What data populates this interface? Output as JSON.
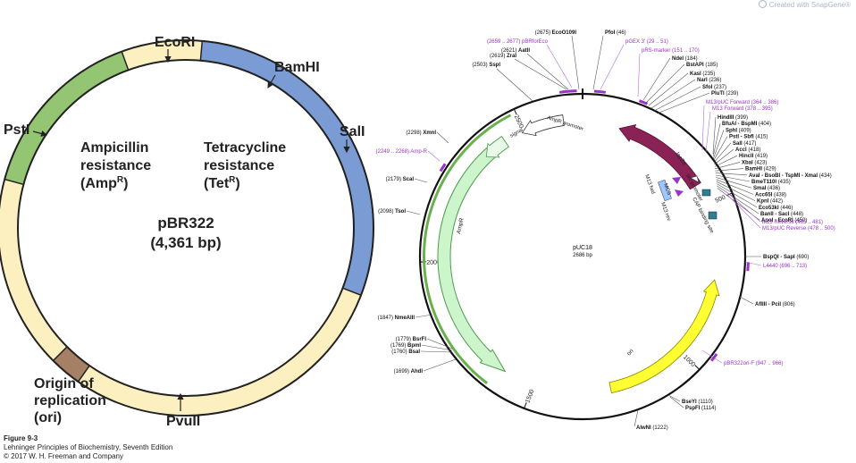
{
  "watermark": "Created with SnapGene®",
  "caption": {
    "figure": "Figure 9-3",
    "book": "Lehninger Principles of Biochemistry",
    "edition": ", Seventh Edition",
    "copyright": "© 2017 W. H. Freeman and Company"
  },
  "pbr322": {
    "name": "pBR322",
    "size": "(4,361 bp)",
    "amp_label": [
      "Ampicillin",
      "resistance",
      "(Amp",
      "R",
      ")"
    ],
    "tet_label": [
      "Tetracycline",
      "resistance",
      "(Tet",
      "R",
      ")"
    ],
    "ori_label": [
      "Origin of",
      "replication",
      "(ori)"
    ],
    "sites": [
      "EcoRI",
      "BamHI",
      "SalI",
      "PstI",
      "PvuII"
    ],
    "colors": {
      "amp": "#93c572",
      "tet": "#7b9bd4",
      "ori": "#a68064",
      "backbone": "#fdf0c0",
      "outline": "#222222"
    }
  },
  "puc18": {
    "name": "pUC18",
    "size": "2686 bp",
    "ticks": [
      "500",
      "1000",
      "1500",
      "2000",
      "2500"
    ],
    "features": {
      "ampr": "AmpR",
      "ampr_promoter": "AmpR promoter",
      "signal": "signal",
      "lacza": "lacZα",
      "ori": "ori",
      "lac_promoter": "lac promoter",
      "cap_site": "CAP binding site",
      "mcs": "MCS",
      "m13_fwd": "M13 fwd",
      "m13_rev": "M13 rev"
    },
    "sites_top": [
      {
        "name": "EcoO109I",
        "pos": "(2675)"
      },
      {
        "name": "AatII",
        "pos": "(2621)"
      },
      {
        "name": "ZraI",
        "pos": "(2619)"
      },
      {
        "name": "SspI",
        "pos": "(2503)"
      },
      {
        "name": "PfoI",
        "pos": "(46)"
      }
    ],
    "primers_top": [
      {
        "name": "pBRforEco",
        "pos": "(2659 .. 2677)"
      },
      {
        "name": "pGEX 3'",
        "pos": "(29 .. 51)"
      },
      {
        "name": "pRS-marker",
        "pos": "(151 .. 170)"
      }
    ],
    "sites_right": [
      {
        "name": "NdeI",
        "pos": "(184)"
      },
      {
        "name": "BstAPI",
        "pos": "(185)"
      },
      {
        "name": "KasI",
        "pos": "(235)"
      },
      {
        "name": "NarI",
        "pos": "(236)"
      },
      {
        "name": "SfoI",
        "pos": "(237)"
      },
      {
        "name": "PluTI",
        "pos": "(239)"
      }
    ],
    "primers_right": [
      {
        "name": "M13/pUC Forward",
        "pos": "(364 .. 386)"
      },
      {
        "name": "M13 Forward",
        "pos": "(378 .. 395)"
      }
    ],
    "mcs_sites": [
      {
        "name": "HindIII",
        "pos": "(399)"
      },
      {
        "name": "BfuAI - BspMI",
        "pos": "(404)"
      },
      {
        "name": "SphI",
        "pos": "(409)"
      },
      {
        "name": "PstI - SbfI",
        "pos": "(415)"
      },
      {
        "name": "SalI",
        "pos": "(417)"
      },
      {
        "name": "AccI",
        "pos": "(418)"
      },
      {
        "name": "HincII",
        "pos": "(419)"
      },
      {
        "name": "XbaI",
        "pos": "(423)"
      },
      {
        "name": "BamHI",
        "pos": "(429)"
      },
      {
        "name": "AvaI - BsoBI - TspMI - XmaI",
        "pos": "(434)"
      },
      {
        "name": "BmeT110I",
        "pos": "(435)"
      },
      {
        "name": "SmaI",
        "pos": "(436)"
      },
      {
        "name": "Acc65I",
        "pos": "(438)"
      },
      {
        "name": "KpnI",
        "pos": "(442)"
      },
      {
        "name": "Eco53kI",
        "pos": "(446)"
      },
      {
        "name": "BanII - SacI",
        "pos": "(448)"
      },
      {
        "name": "ApoI - EcoRI",
        "pos": "(450)"
      }
    ],
    "primers_mid": [
      {
        "name": "M13 Reverse",
        "pos": "(465 .. 481)"
      },
      {
        "name": "M13/pUC Reverse",
        "pos": "(478 .. 500)"
      }
    ],
    "sites_lower_right": [
      {
        "name": "BspQI - SapI",
        "pos": "(690)"
      },
      {
        "name": "AflIII - PciI",
        "pos": "(806)"
      },
      {
        "name": "BseYI",
        "pos": "(1110)"
      },
      {
        "name": "PspFI",
        "pos": "(1114)"
      },
      {
        "name": "AlwNI",
        "pos": "(1222)"
      }
    ],
    "primers_lower_right": [
      {
        "name": "L4440",
        "pos": "(696 .. 713)"
      },
      {
        "name": "pBR322ori-F",
        "pos": "(947 .. 966)"
      }
    ],
    "sites_left": [
      {
        "name": "XmnI",
        "pos": "(2298)"
      },
      {
        "name": "ScaI",
        "pos": "(2179)"
      },
      {
        "name": "TsoI",
        "pos": "(2098)"
      },
      {
        "name": "NmeAIII",
        "pos": "(1847)"
      },
      {
        "name": "BsrFI",
        "pos": "(1779)"
      },
      {
        "name": "BpmI",
        "pos": "(1769)"
      },
      {
        "name": "BsaI",
        "pos": "(1760)"
      },
      {
        "name": "AhdI",
        "pos": "(1699)"
      }
    ],
    "primers_left": [
      {
        "name": "Amp-R",
        "pos": "(2249 .. 2268)"
      }
    ],
    "colors": {
      "ampr": "#ccf5cc",
      "ampr_edge": "#4f9a4f",
      "lacza": "#8a2255",
      "ori": "#ffff33",
      "primer": "#9933cc",
      "feature_teal": "#2f7f8f"
    }
  }
}
